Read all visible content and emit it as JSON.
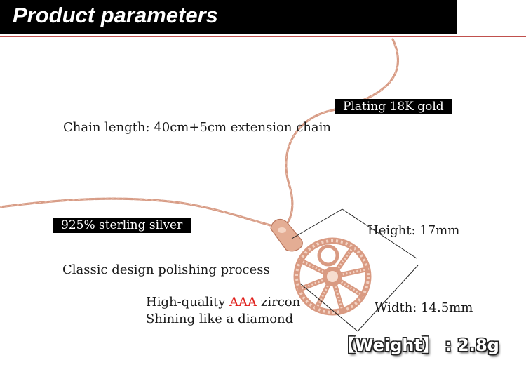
{
  "header": {
    "title": "Product parameters"
  },
  "specs": {
    "plating": "Plating 18K gold",
    "chain_length": "Chain length: 40cm+5cm extension chain",
    "material": "925% sterling silver",
    "design": "Classic design  polishing process",
    "height": "Height:  17mm",
    "width": "Width:  14.5mm",
    "zircon_prefix": "High-quality ",
    "zircon_highlight": "AAA",
    "zircon_suffix": " zircon",
    "shine": "Shining like a diamond",
    "weight": "【Weight】 : 2.8g"
  },
  "colors": {
    "header_bg": "#000000",
    "rule": "#c0504d",
    "accent": "#e0201c",
    "metal": "#e0a98e"
  },
  "images": {
    "product": "rose-gold-wheel-pendant-necklace"
  }
}
